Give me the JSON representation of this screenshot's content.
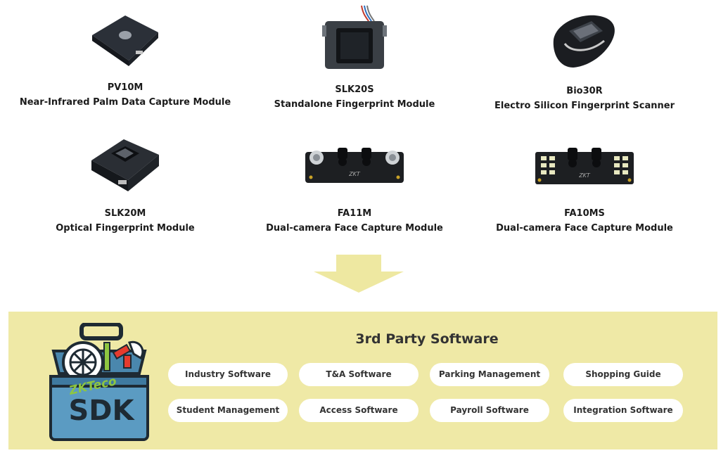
{
  "products": [
    {
      "model": "PV10M",
      "desc": "Near-Infrared Palm Data Capture Module",
      "icon": "palm-module-icon"
    },
    {
      "model": "SLK20S",
      "desc": "Standalone Fingerprint Module",
      "icon": "fingerprint-module-icon"
    },
    {
      "model": "Bio30R",
      "desc": "Electro Silicon Fingerprint Scanner",
      "icon": "fingerprint-scanner-icon"
    },
    {
      "model": "SLK20M",
      "desc": "Optical Fingerprint Module",
      "icon": "optical-fingerprint-icon"
    },
    {
      "model": "FA11M",
      "desc": "Dual-camera Face Capture Module",
      "icon": "dual-camera-board-icon"
    },
    {
      "model": "FA10MS",
      "desc": "Dual-camera Face Capture Module",
      "icon": "dual-camera-board-icon"
    }
  ],
  "sdk": {
    "brand": "ZKTeco",
    "label": "SDK"
  },
  "software": {
    "title": "3rd Party Software",
    "items": [
      "Industry Software",
      "T&A Software",
      "Parking Management",
      "Shopping Guide",
      "Student Management",
      "Access Software",
      "Payroll Software",
      "Integration Software"
    ]
  },
  "colors": {
    "panel": "#efe9a6",
    "arrow": "#eee8a1",
    "toolbox": "#5b9bc2"
  }
}
